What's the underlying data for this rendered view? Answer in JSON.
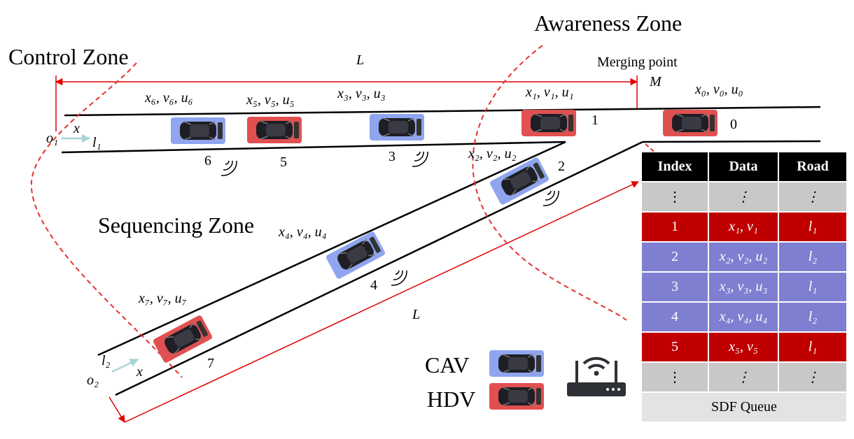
{
  "zones": {
    "control": "Control Zone",
    "awareness": "Awareness Zone",
    "sequencing": "Sequencing Zone"
  },
  "labels": {
    "length_top": "L",
    "length_bottom": "L",
    "merging_point": "Merging point",
    "merging_symbol": "M",
    "origin_main": "o₁",
    "origin_ramp": "o₂",
    "lane_main": "l₁",
    "lane_ramp": "l₂",
    "axis_x_main": "x",
    "axis_x_ramp": "x"
  },
  "vehicles": [
    {
      "id": "0",
      "state": "x₀, v₀, u₀",
      "type": "HDV"
    },
    {
      "id": "1",
      "state": "x₁, v₁, u₁",
      "type": "HDV"
    },
    {
      "id": "2",
      "state": "x₂, v₂, u₂",
      "type": "CAV"
    },
    {
      "id": "3",
      "state": "x₃, v₃, u₃",
      "type": "CAV"
    },
    {
      "id": "4",
      "state": "x₄, v₄, u₄",
      "type": "CAV"
    },
    {
      "id": "5",
      "state": "x₅, v₅, u₅",
      "type": "HDV"
    },
    {
      "id": "6",
      "state": "x₆, v₆, u₆",
      "type": "CAV"
    },
    {
      "id": "7",
      "state": "x₇, v₇, u₇",
      "type": "HDV"
    }
  ],
  "legend": {
    "cav": "CAV",
    "hdv": "HDV"
  },
  "table": {
    "headers": {
      "index": "Index",
      "data": "Data",
      "road": "Road"
    },
    "rows": [
      {
        "index": "⋮",
        "data": "⋮",
        "road": "⋮",
        "style": "gray"
      },
      {
        "index": "1",
        "data": "x₁, v₁",
        "road": "l₁",
        "style": "red"
      },
      {
        "index": "2",
        "data": "x₂, v₂, u₂",
        "road": "l₂",
        "style": "blue"
      },
      {
        "index": "3",
        "data": "x₃, v₃, u₃",
        "road": "l₁",
        "style": "blue"
      },
      {
        "index": "4",
        "data": "x₄, v₄, u₄",
        "road": "l₂",
        "style": "blue"
      },
      {
        "index": "5",
        "data": "x₅, v₅",
        "road": "l₁",
        "style": "red"
      },
      {
        "index": "⋮",
        "data": "⋮",
        "road": "⋮",
        "style": "gray"
      }
    ],
    "footer": "SDF Queue"
  },
  "colors": {
    "cav_body": "#8fa5ee",
    "hdv_body": "#e05050",
    "row_red": "#c00000",
    "row_blue": "#7f7fd1",
    "row_gray": "#c8c8c8",
    "zone_boundary": "#e53030",
    "arrow_light": "#a8d4d8",
    "header_bg": "#000000"
  }
}
